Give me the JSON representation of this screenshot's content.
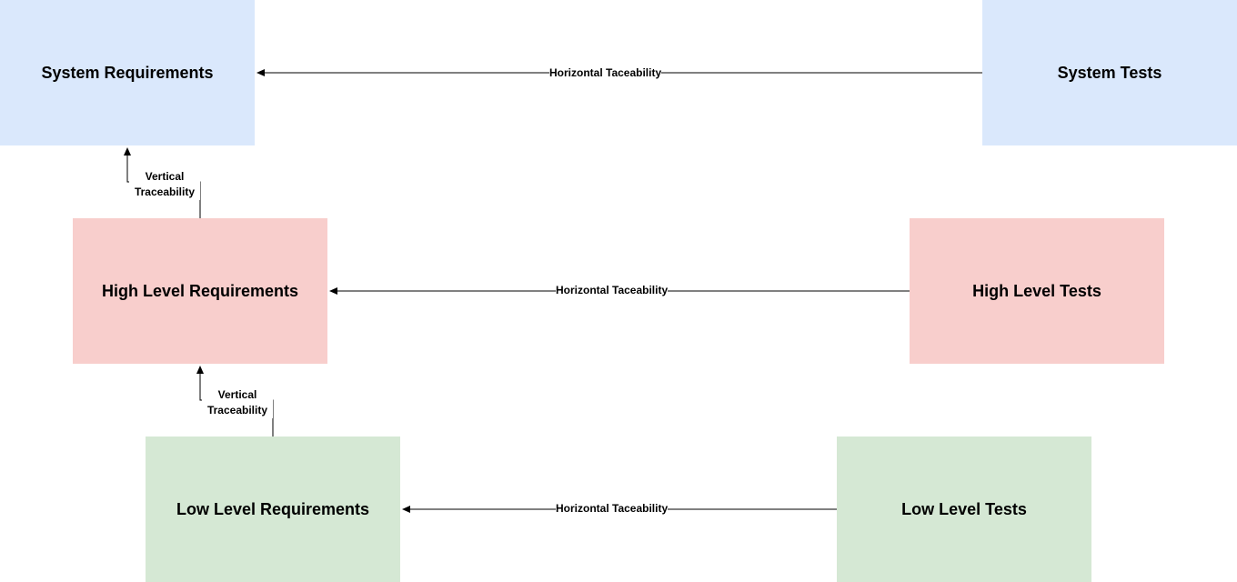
{
  "requirements": {
    "system": "System Requirements",
    "high": "High Level Requirements",
    "low": "Low Level Requirements"
  },
  "tests": {
    "system": "System Tests",
    "high": "High Level Tests",
    "low": "Low Level Tests"
  },
  "edges": {
    "horizontal_label": "Horizontal Taceability",
    "vertical_label_line1": "Vertical",
    "vertical_label_line2": "Traceability"
  },
  "colors": {
    "system": "#dae8fc",
    "high": "#f8cecc",
    "low": "#d5e8d4",
    "line": "#000000"
  }
}
